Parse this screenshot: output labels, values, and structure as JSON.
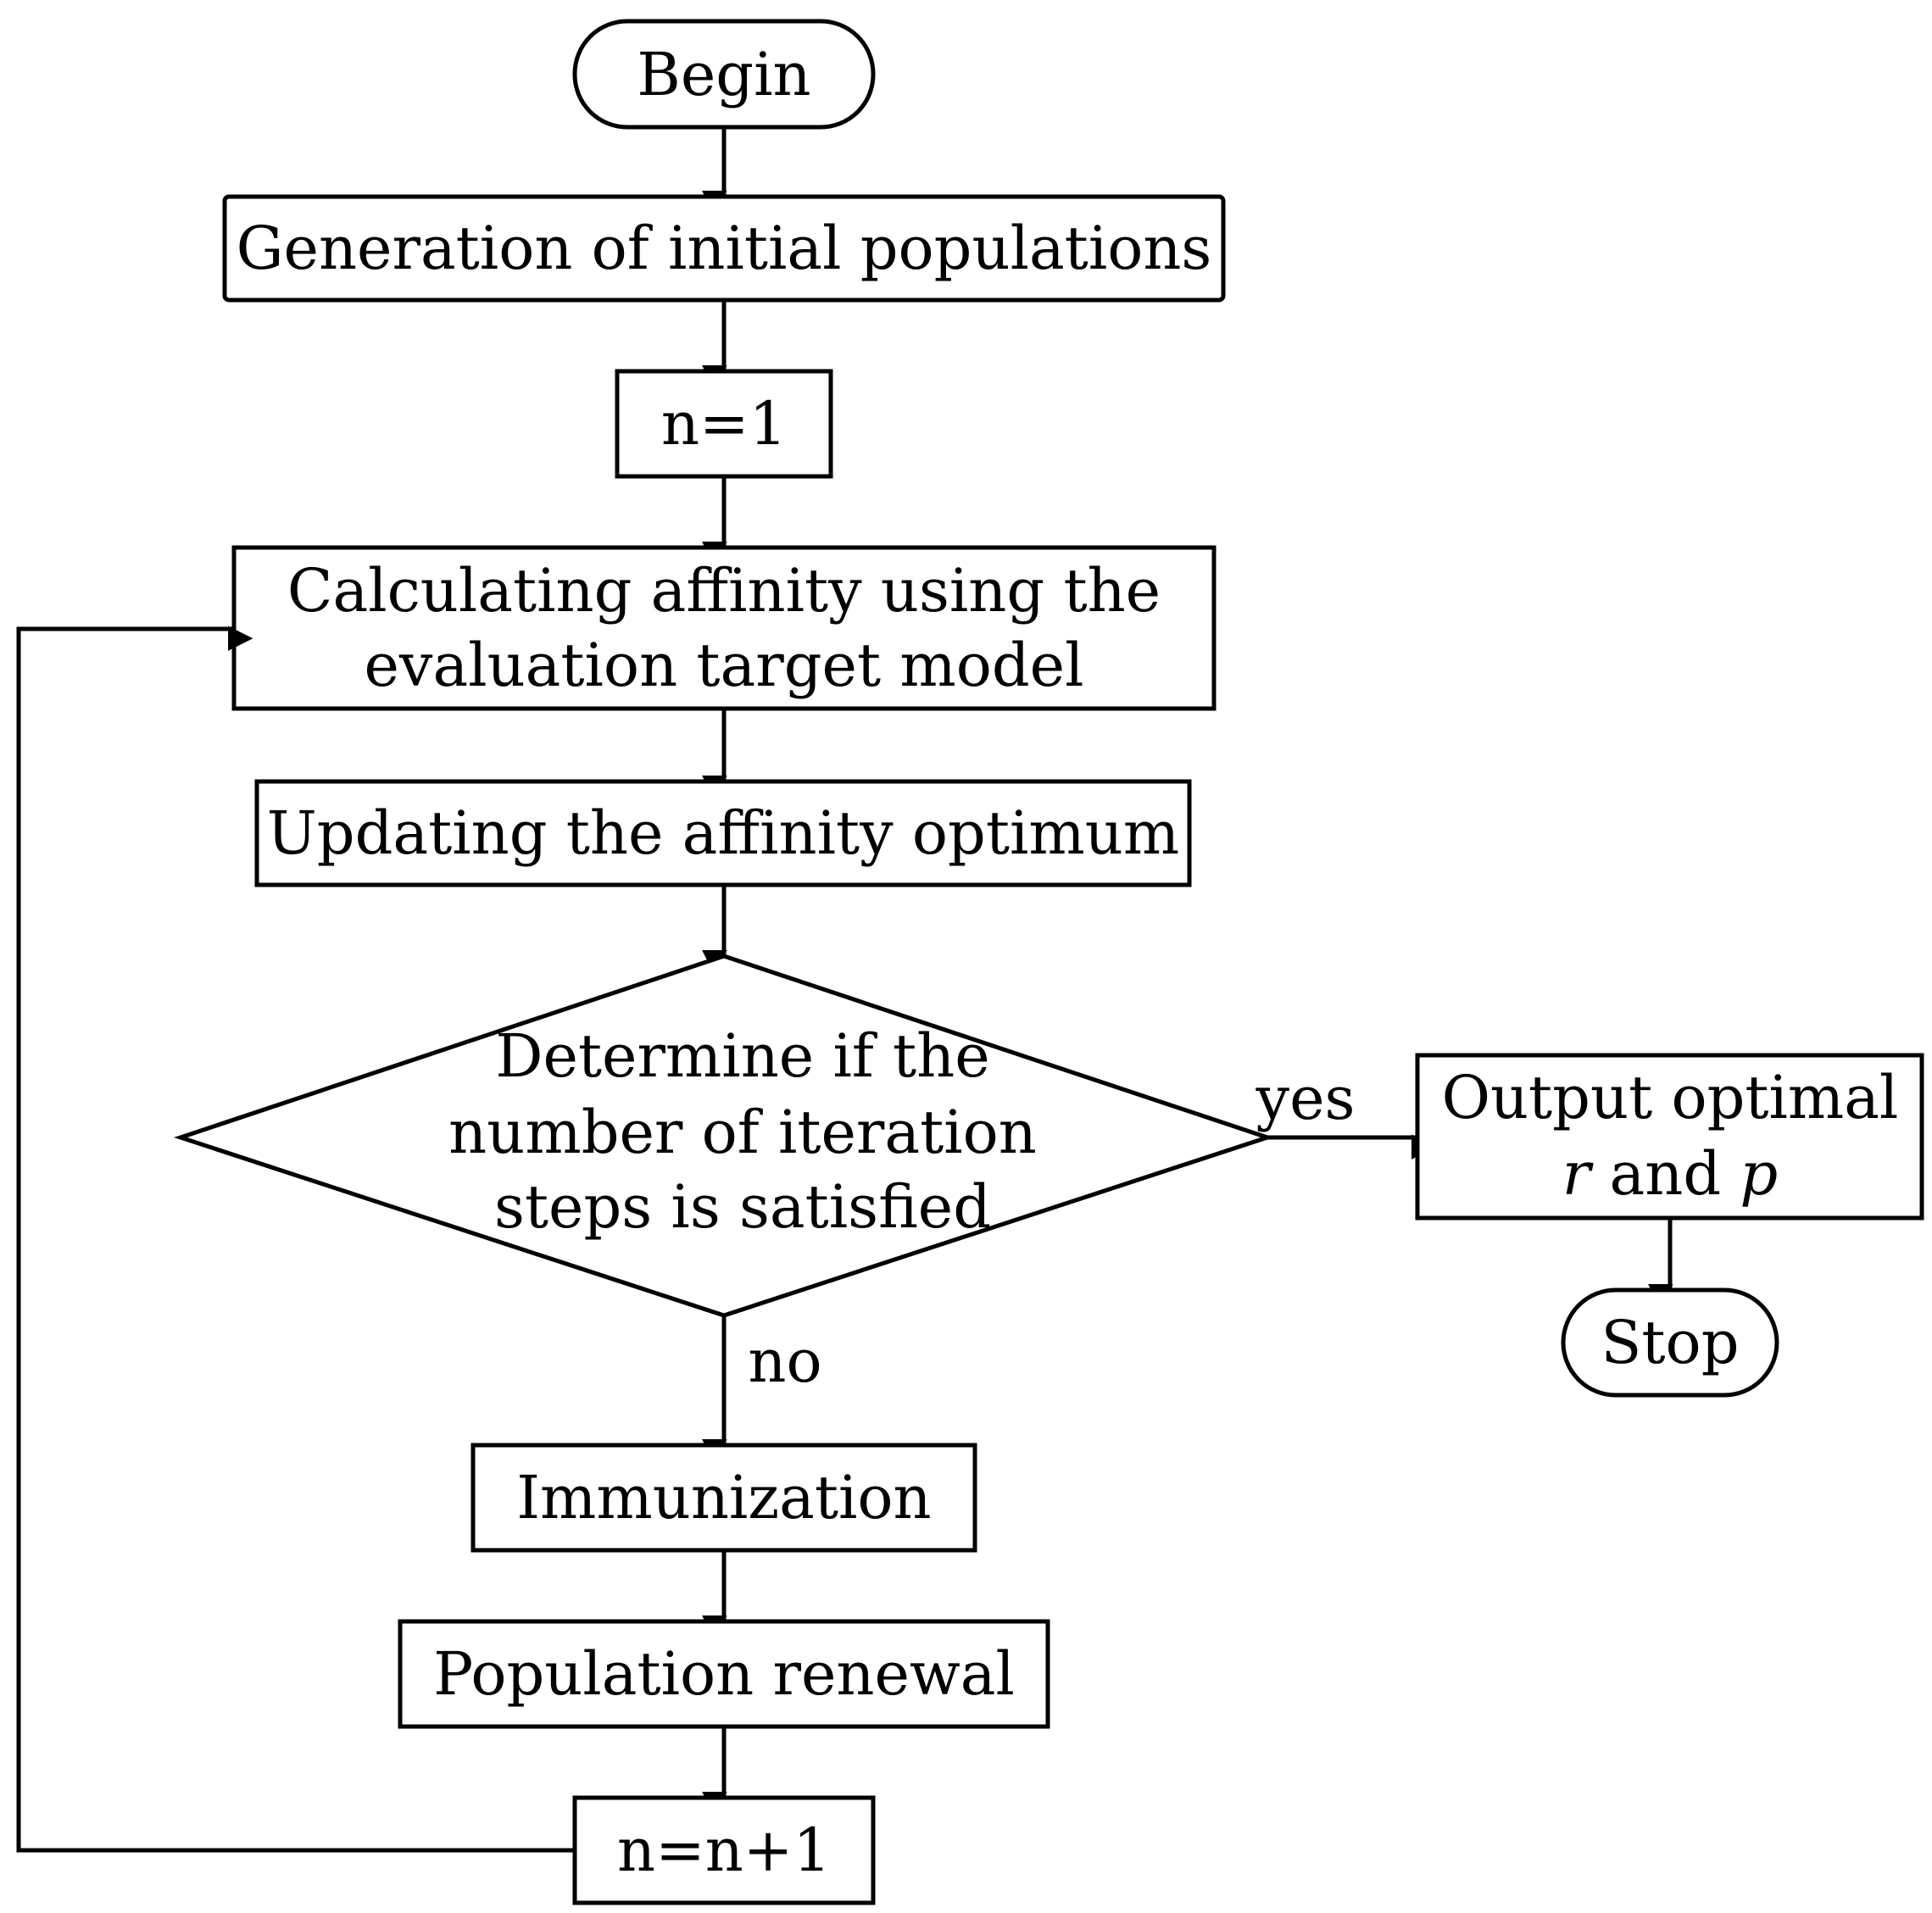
{
  "nodes": {
    "begin": "Begin",
    "init_population": "Generation of initial populations",
    "n_init": "n=1",
    "calc_affinity": [
      "Calculating affinity using the",
      "evaluation target model"
    ],
    "update_optimum": "Updating the affinity optimum",
    "decision": [
      "Determine if the",
      "number of iteration",
      "steps is satisfied"
    ],
    "output": {
      "line1": "Output optimal",
      "var1": "r",
      "conj": " and ",
      "var2": "p"
    },
    "stop": "Stop",
    "immunization": "Immunization",
    "renewal": "Population renewal",
    "n_inc": "n=n+1"
  },
  "edges": {
    "yes_label": "yes",
    "no_label": "no"
  },
  "colors": {
    "stroke": "#000000",
    "fill": "#ffffff"
  }
}
